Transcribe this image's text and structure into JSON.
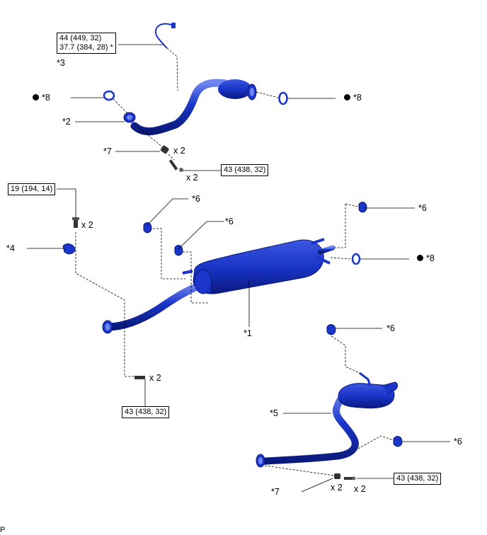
{
  "colors": {
    "part": "#1a35c8",
    "part_dark": "#0a1a7a",
    "part_light": "#6f86f0",
    "line": "#000000"
  },
  "torques": {
    "t_top": [
      "44 (449, 32)",
      "37.7 (384, 28) *"
    ],
    "t_clamp_top": "43 (438, 32)",
    "t_bolt_left": "19 (194, 14)",
    "t_mid": "43 (438, 32)",
    "t_bottom": "43 (438, 32)"
  },
  "labels": {
    "star3": "*3",
    "star8_left": "*8",
    "star8_right": "*8",
    "star2": "*2",
    "star7_top": "*7",
    "star6_a": "*6",
    "star6_b": "*6",
    "star6_c": "*6",
    "star6_d": "*6",
    "star6_e": "*6",
    "star4": "*4",
    "star8_mid": "*8",
    "star1": "*1",
    "star5": "*5",
    "star7_bottom": "*7",
    "footer_p": "P"
  },
  "quantities": {
    "x2_top_a": "x 2",
    "x2_top_b": "x 2",
    "x2_left": "x 2",
    "x2_mid": "x 2",
    "x2_bottom_a": "x 2",
    "x2_bottom_b": "x 2"
  }
}
